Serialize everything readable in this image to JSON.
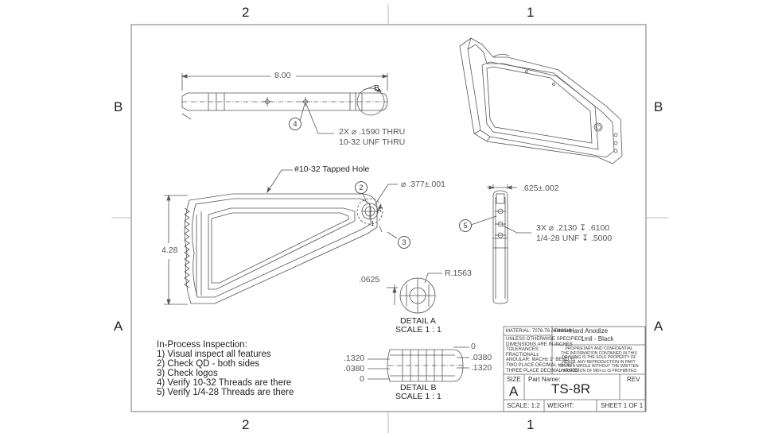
{
  "zones": {
    "top_left": "2",
    "top_right": "1",
    "bottom_left": "2",
    "bottom_right": "1",
    "left_upper": "B",
    "left_lower": "A",
    "right_upper": "B",
    "right_lower": "A"
  },
  "top_view": {
    "length_dim": "8.00",
    "detail_flag": "B",
    "balloon": "4",
    "hole_note_line1": "2X ⌀ .1590 THRU",
    "hole_note_line2": "10-32 UNF  THRU"
  },
  "front_view": {
    "tapped_hole_note": "#10-32 Tapped Hole",
    "height_dim": "4.28",
    "bore_dim": "⌀ .377±.001",
    "detail_flag": "A",
    "balloon_2": "2",
    "balloon_1": "1",
    "balloon_3": "3"
  },
  "side_view": {
    "width_dim": ".625±.002",
    "balloon": "5",
    "hole_note_line1": "3X ⌀ .2130 ↧ .6100",
    "hole_note_line2": "1/4-28 UNF  ↧ .5000"
  },
  "detail_a": {
    "dim_left": ".0625",
    "dim_radius": "R.1563",
    "title": "DETAIL A",
    "scale": "SCALE 1 : 1"
  },
  "detail_b": {
    "left_dims": [
      ".1320",
      ".0380",
      "0"
    ],
    "right_dims": [
      "0",
      ".0380",
      ".1320"
    ],
    "title": "DETAIL B",
    "scale": "SCALE 1 : 1"
  },
  "inspection": {
    "title": "In-Process Inspection:",
    "items": [
      "1) Visual inspect all features",
      "2) Check QD - both sides",
      "3) Check logos",
      "4) Verify 10-32 Threads are there",
      "5) Verify 1/4-28 Threads are there"
    ]
  },
  "title_block": {
    "material": "MATERIAL: 7076-T6 Aluminum",
    "finish_label": "FINISH:",
    "finish_line1": "Hard Anodize",
    "finish_line2": "1mil - Black",
    "notes": [
      "UNLESS OTHERWISE SPECIFIED:",
      "DIMENSIONS ARE IN INCHES",
      "TOLERANCES:",
      "FRACTIONAL±",
      "ANGULAR: MACH± 1°   BEND ±1°",
      "TWO PLACE DECIMAL   ±0.010\"",
      "THREE PLACE DECIMAL  ±0.005\""
    ],
    "proprietary": [
      "PROPRIETARY AND CONFIDENTIAL",
      "THE INFORMATION CONTAINED IN THIS",
      "DRAWING IS THE SOLE PROPERTY OF",
      "MDI-co. ANY REPRODUCTION IN PART",
      "OR AS A WHOLE WITHOUT THE WRITTEN",
      "PERMISSION OF MDI-co IS PROHIBITED."
    ],
    "size_label": "SIZE",
    "size": "A",
    "part_name_label": "Part Name:",
    "part_name": "TS-8R",
    "rev_label": "REV",
    "scale": "SCALE: 1:2",
    "weight": "WEIGHT:",
    "sheet": "SHEET 1 OF 1"
  }
}
